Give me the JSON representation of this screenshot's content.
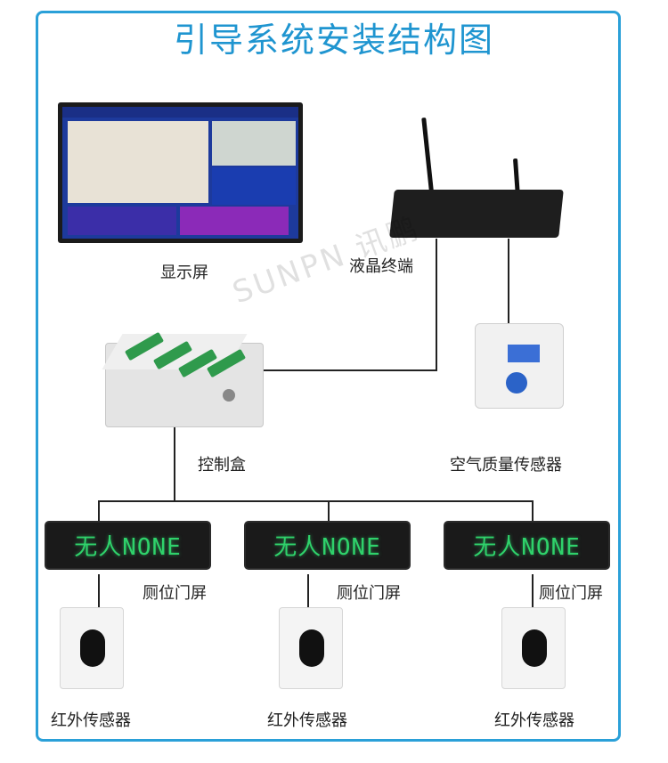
{
  "title": "引导系统安装结构图",
  "watermark": "SUNPN 讯鹏",
  "labels": {
    "display": "显示屏",
    "terminal": "液晶终端",
    "control_box": "控制盒",
    "air_sensor": "空气质量传感器",
    "door_screen": "厕位门屏",
    "ir_sensor": "红外传感器"
  },
  "door_screen_text": "无人NONE",
  "colors": {
    "title": "#1f95d0",
    "frame": "#2aa0d8",
    "led": "#2fd26b"
  }
}
